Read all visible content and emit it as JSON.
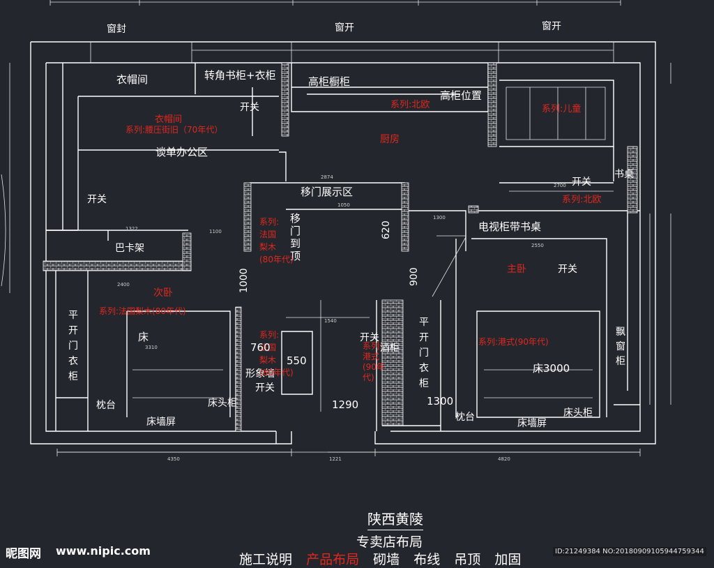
{
  "top_labels": [
    "窗封",
    "窗开",
    "窗开"
  ],
  "rooms": {
    "coat_room": "衣帽间",
    "corner_cabinet": "转角书柜+衣柜",
    "tall_cabinet": "高柜橱柜",
    "tall_cabinet_pos": "高柜位置",
    "series_beiou_1": "系列:北欧",
    "kitchen": "厨房",
    "series_ertong": "系列:儿童",
    "switch": "开关",
    "coat_room_red": "衣帽间",
    "series_mingqing": "系列:腰压街旧（70年代）",
    "office": "谈单办公区",
    "sliding_display": "移门展示区",
    "bookdesk": "书桌",
    "series_beiou_2": "系列:北欧",
    "series_faguo_1": "系列:\n法国\n梨木\n(80年代)",
    "sliding_door_v": "移\n门\n到\n顶",
    "tv_cabinet": "电视柜带书桌",
    "card_rack": "巴卡架",
    "second_bed": "次卧",
    "series_faguo_2": "系列:法国梨木(80年代)",
    "master": "主卧",
    "wardrobe_l": "平\n开\n门\n衣\n柜",
    "bed": "床",
    "bay_window": "飘\n窗\n柜",
    "series_faguo_3": "系列:\n法国\n梨木\n(80年代)",
    "image_wall": "形象墙",
    "series_gangshi_1": "系列:\n港式\n(90年\n代)",
    "wine_cabinet": "酒柜",
    "wardrobe_r": "平\n开\n门\n衣\n柜",
    "series_gangshi_2": "系列:港式(90年代)",
    "bed3000": "床3000",
    "pillow_l": "枕台",
    "bed_screen_l": "床墙屏",
    "bedside_l": "床头柜",
    "pillow_r": "枕台",
    "bed_screen_r": "床墙屏",
    "bedside_r": "床头柜"
  },
  "dims": {
    "d620": "620",
    "d1000": "1000",
    "d900": "900",
    "d760": "760",
    "d550": "550",
    "d1290": "1290",
    "d1300": "1300",
    "small": [
      "2874",
      "1050",
      "1100",
      "1300",
      "2550",
      "1322",
      "2400",
      "3310",
      "1540",
      "2700",
      "4350",
      "1221",
      "4820"
    ]
  },
  "footer": {
    "title1": "陕西黄陵",
    "title2": "专卖店布局",
    "notes": [
      "施工说明",
      "产品布局",
      "砌墙",
      "布线",
      "吊顶",
      "加固"
    ]
  },
  "watermark": {
    "logo": "昵图网",
    "url": "www.nipic.com",
    "id": "ID:21249384 NO:20180909105944759344"
  },
  "colors": {
    "background": "#23262d",
    "line": "#ffffff",
    "accent": "#e0281e"
  }
}
